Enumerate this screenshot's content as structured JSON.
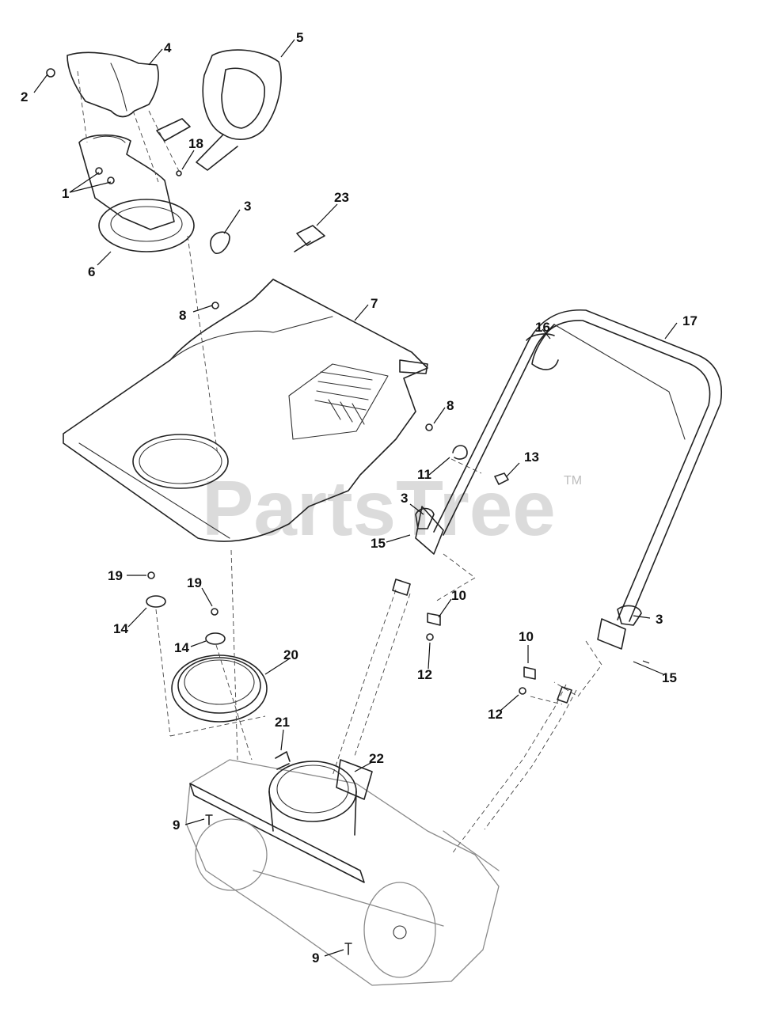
{
  "watermark": {
    "text": "PartsTree",
    "tm": "TM"
  },
  "callouts": {
    "c1": "1",
    "c2": "2",
    "c3a": "3",
    "c3b": "3",
    "c3c": "3",
    "c4": "4",
    "c5": "5",
    "c6": "6",
    "c7": "7",
    "c8a": "8",
    "c8b": "8",
    "c9a": "9",
    "c9b": "9",
    "c10a": "10",
    "c10b": "10",
    "c11": "11",
    "c12a": "12",
    "c12b": "12",
    "c13": "13",
    "c14a": "14",
    "c14b": "14",
    "c15a": "15",
    "c15b": "15",
    "c16": "16",
    "c17": "17",
    "c18": "18",
    "c19a": "19",
    "c19b": "19",
    "c20": "20",
    "c21": "21",
    "c22": "22",
    "c23": "23"
  }
}
